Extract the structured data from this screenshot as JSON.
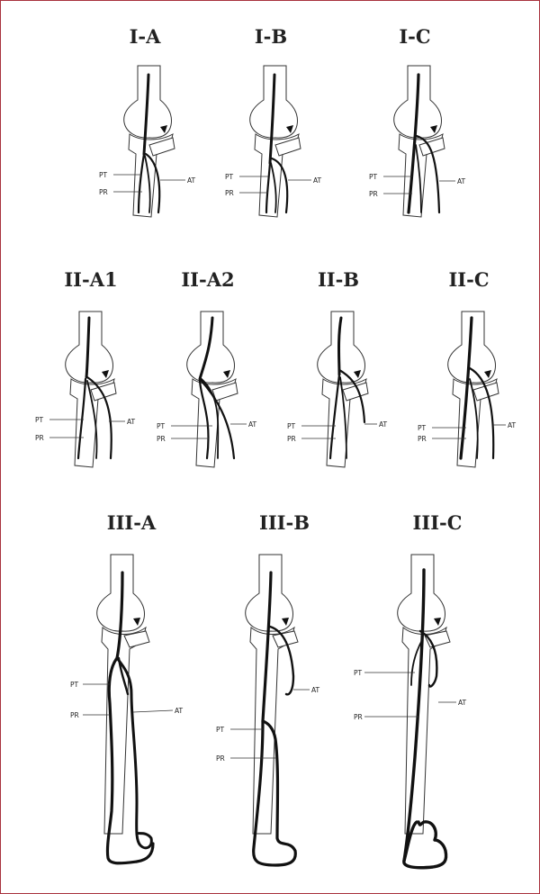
{
  "figure": {
    "border_color": "#a8323e",
    "panels": [
      {
        "id": "I-A",
        "title": "I-A",
        "labels": {
          "pt": "PT",
          "pr": "PR",
          "at": "AT"
        }
      },
      {
        "id": "I-B",
        "title": "I-B",
        "labels": {
          "pt": "PT",
          "pr": "PR",
          "at": "AT"
        }
      },
      {
        "id": "I-C",
        "title": "I-C",
        "labels": {
          "pt": "PT",
          "pr": "PR",
          "at": "AT"
        }
      },
      {
        "id": "II-A1",
        "title": "II-A1",
        "labels": {
          "pt": "PT",
          "pr": "PR",
          "at": "AT"
        }
      },
      {
        "id": "II-A2",
        "title": "II-A2",
        "labels": {
          "pt": "PT",
          "pr": "PR",
          "at": "AT"
        }
      },
      {
        "id": "II-B",
        "title": "II-B",
        "labels": {
          "pt": "PT",
          "pr": "PR",
          "at": "AT"
        }
      },
      {
        "id": "II-C",
        "title": "II-C",
        "labels": {
          "pt": "PT",
          "pr": "PR",
          "at": "AT"
        }
      },
      {
        "id": "III-A",
        "title": "III-A",
        "labels": {
          "pt": "PT",
          "pr": "PR",
          "at": "AT"
        }
      },
      {
        "id": "III-B",
        "title": "III-B",
        "labels": {
          "pt": "PT",
          "pr": "PR",
          "at": "AT"
        }
      },
      {
        "id": "III-C",
        "title": "III-C",
        "labels": {
          "pt": "PT",
          "pr": "PR",
          "at": "AT"
        }
      }
    ]
  }
}
